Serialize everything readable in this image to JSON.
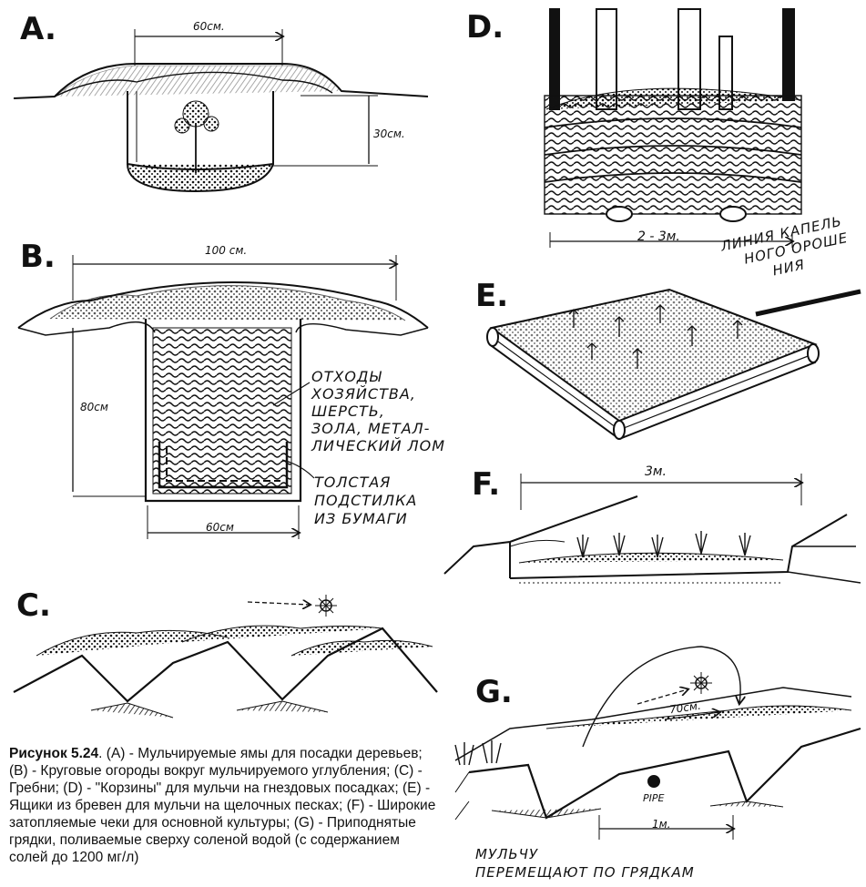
{
  "panels": {
    "A": {
      "letter": "A.",
      "width_label": "60см.",
      "depth_label": "30см."
    },
    "B": {
      "letter": "B.",
      "width_label": "100 см.",
      "depth_label": "80см",
      "bottom_label": "60см",
      "note_waste": [
        "ОТХОДЫ",
        "ХОЗЯЙСТВА,",
        "ШЕРСТЬ,",
        "ЗОЛА, МЕТАЛ-",
        "ЛИЧЕСКИЙ ЛОМ"
      ],
      "note_paper": [
        "ТОЛСТАЯ",
        "ПОДСТИЛКА",
        "ИЗ БУМАГИ"
      ]
    },
    "C": {
      "letter": "C."
    },
    "D": {
      "letter": "D.",
      "width_label": "2 - 3м."
    },
    "E": {
      "letter": "E.",
      "drip_note": [
        "ЛИНИЯ КАПЕЛЬ",
        "НОГО ОРОШЕ",
        "НИЯ"
      ]
    },
    "F": {
      "letter": "F.",
      "width_label": "3м."
    },
    "G": {
      "letter": "G.",
      "width_label": "70см.",
      "pipe_label": "PIPE",
      "bottom_label": "1м.",
      "note": [
        "МУЛЬЧУ",
        "ПЕРЕМЕЩАЮТ ПО ГРЯДКАМ"
      ]
    }
  },
  "caption": {
    "title": "Рисунок 5.24",
    "text": ". (A) - Мульчируемые ямы для посадки деревьев; (B) - Круговые огороды вокруг мульчируемого углубления; (C) - Гребни; (D) - \"Корзины\" для мульчи на гнездовых посадках; (E) - Ящики из бревен для мульчи на щелочных песках; (F) - Широкие затопляемые чеки для основной культуры; (G) - Приподнятые грядки, поливаемые сверху соленой водой (с содержанием солей до 1200 мг/л)"
  }
}
